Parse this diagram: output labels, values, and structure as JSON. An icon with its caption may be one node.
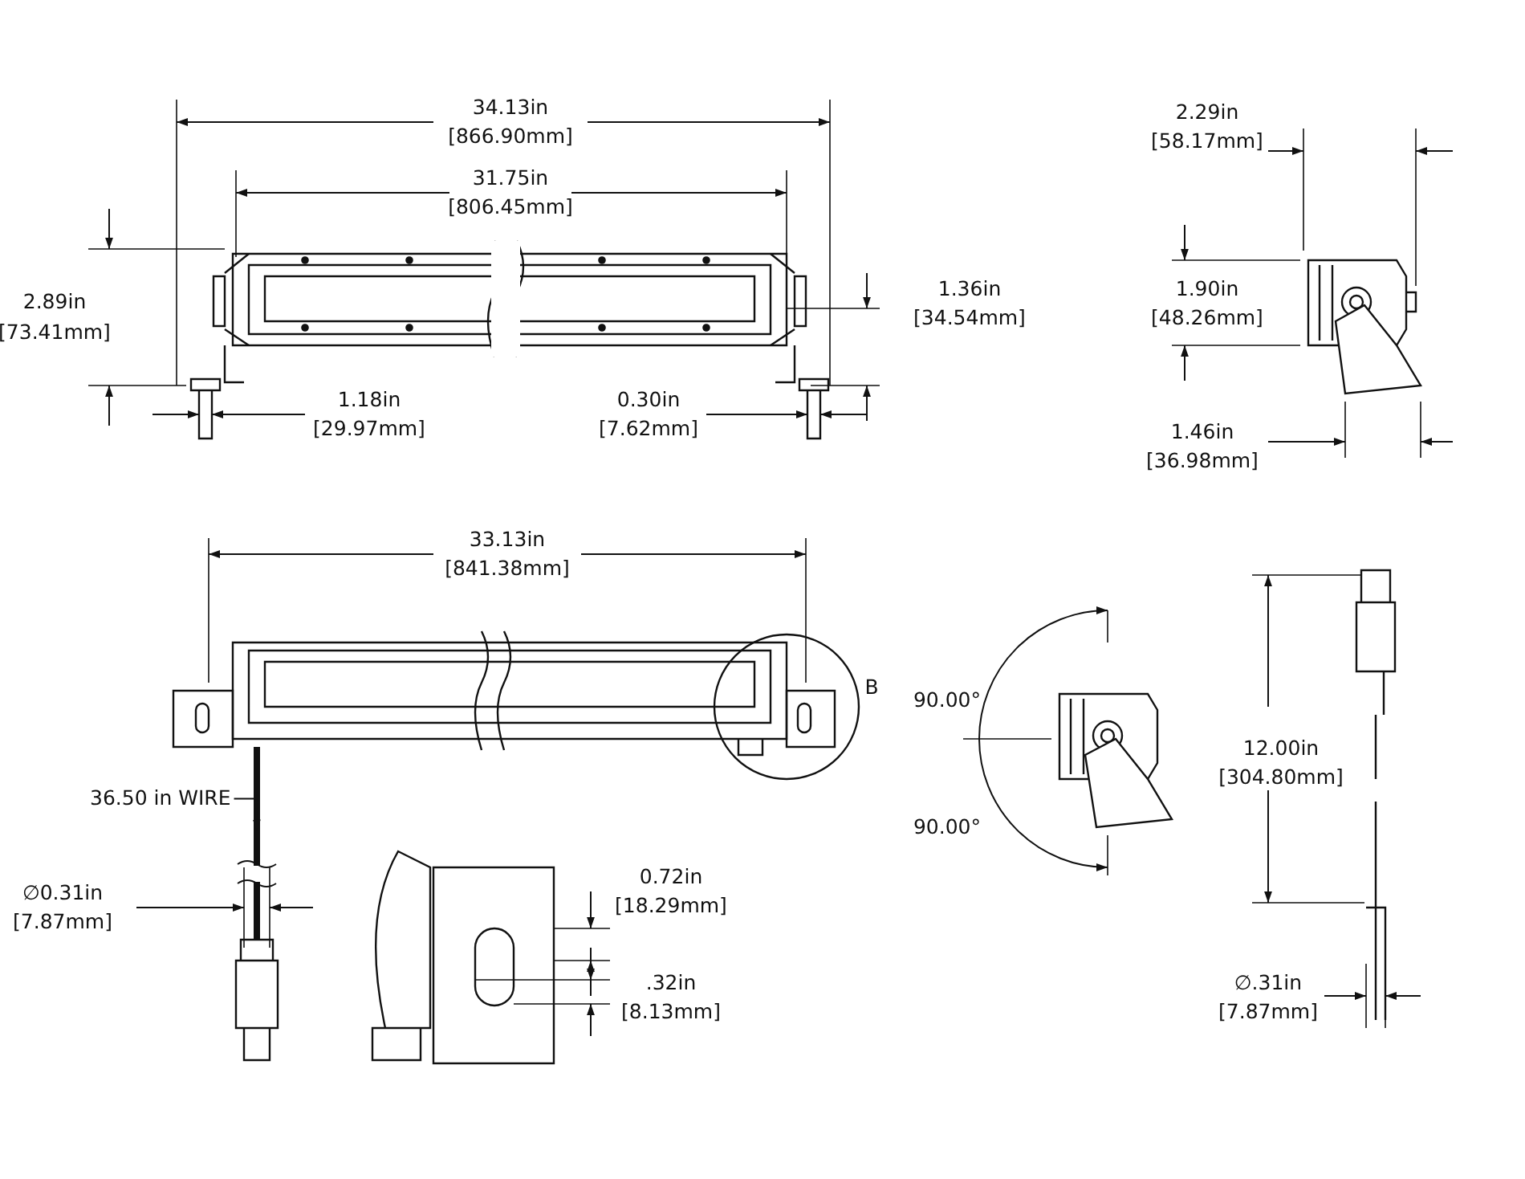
{
  "diagram": {
    "nodes": [
      {
        "text": [
          "36.50 in WIRE"
        ]
      },
      {
        "text": [],
        "shape": "picture"
      }
    ],
    "edges": [
      {
        "from": 0,
        "to": 1,
        "arrow": "to"
      }
    ],
    "labels": [
      "34.13in",
      "[866.90mm]",
      "31.75in",
      "[806.45mm]",
      "2.29in",
      "[58.17mm]",
      "2.89in",
      "[73.41mm]",
      "1.90in",
      "[48.26mm]",
      "1.36in",
      "[34.54mm]",
      "1.18in",
      "[29.97mm]",
      "0.30in",
      "[7.62mm]",
      "1.46in",
      "[36.98mm]",
      "33.13in",
      "[841.38mm]",
      "B",
      "90.00°",
      "12.00in",
      "[304.80mm]",
      "90.00°",
      "∅0.31in",
      "[7.87mm]",
      "0.72in",
      "[18.29mm]",
      ".32in",
      "[8.13mm]",
      "∅.31in",
      "[7.87mm]"
    ]
  }
}
